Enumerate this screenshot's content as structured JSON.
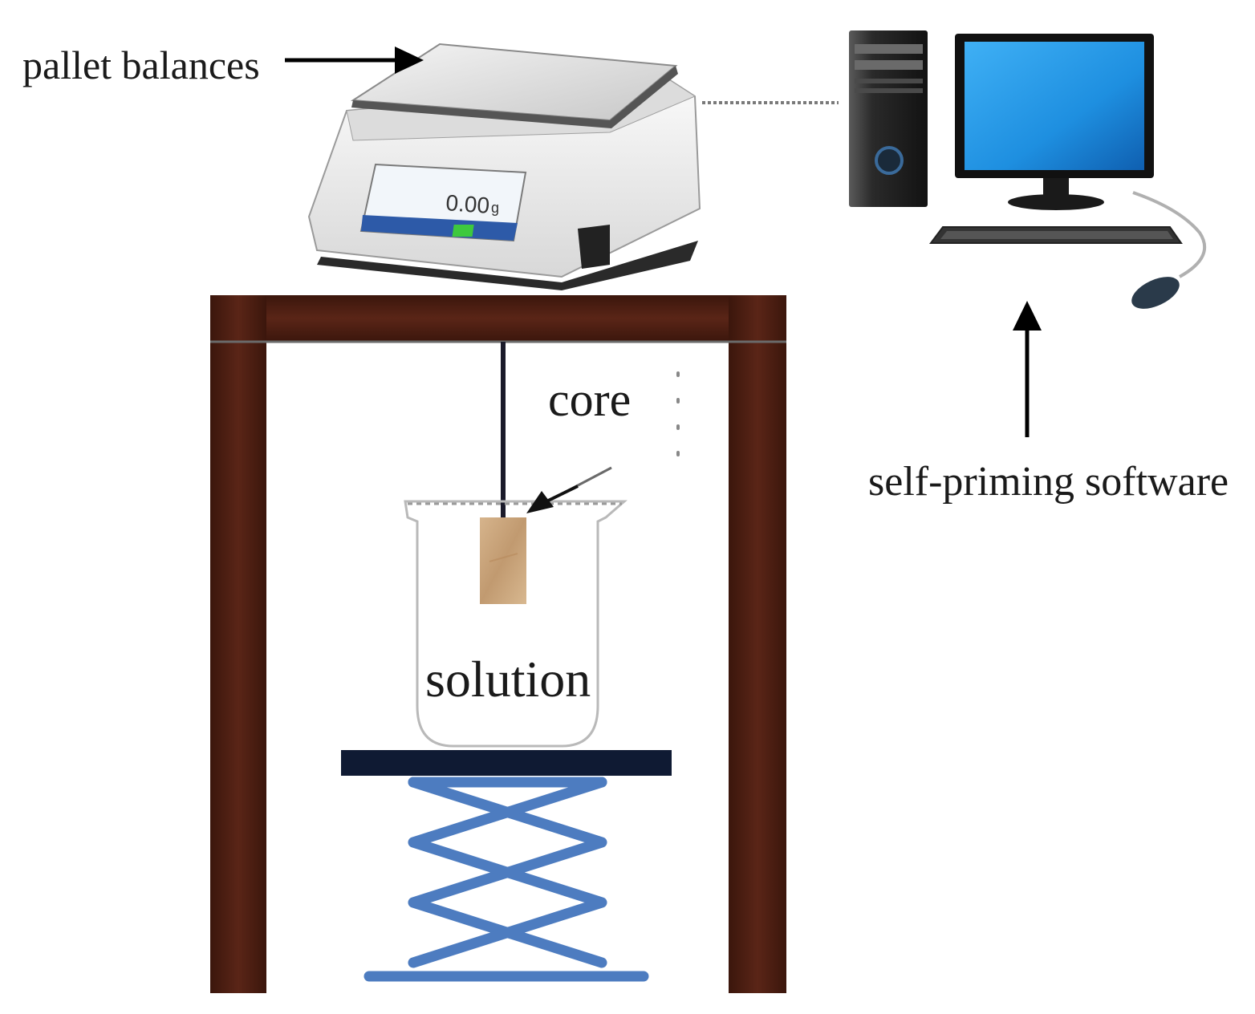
{
  "labels": {
    "balance": "pallet balances",
    "core": "core",
    "solution": "solution",
    "software": "self-priming software"
  },
  "balance_display": {
    "reading": "0.00",
    "unit": "g"
  },
  "colors": {
    "frame": "#4a1f14",
    "frame_dark": "#3a160d",
    "lift": "#4d7cc0",
    "platform": "#0f1a33",
    "core": "#c9a27a",
    "screen": "#1e8fe0",
    "balance_body": "#eeeeee"
  }
}
